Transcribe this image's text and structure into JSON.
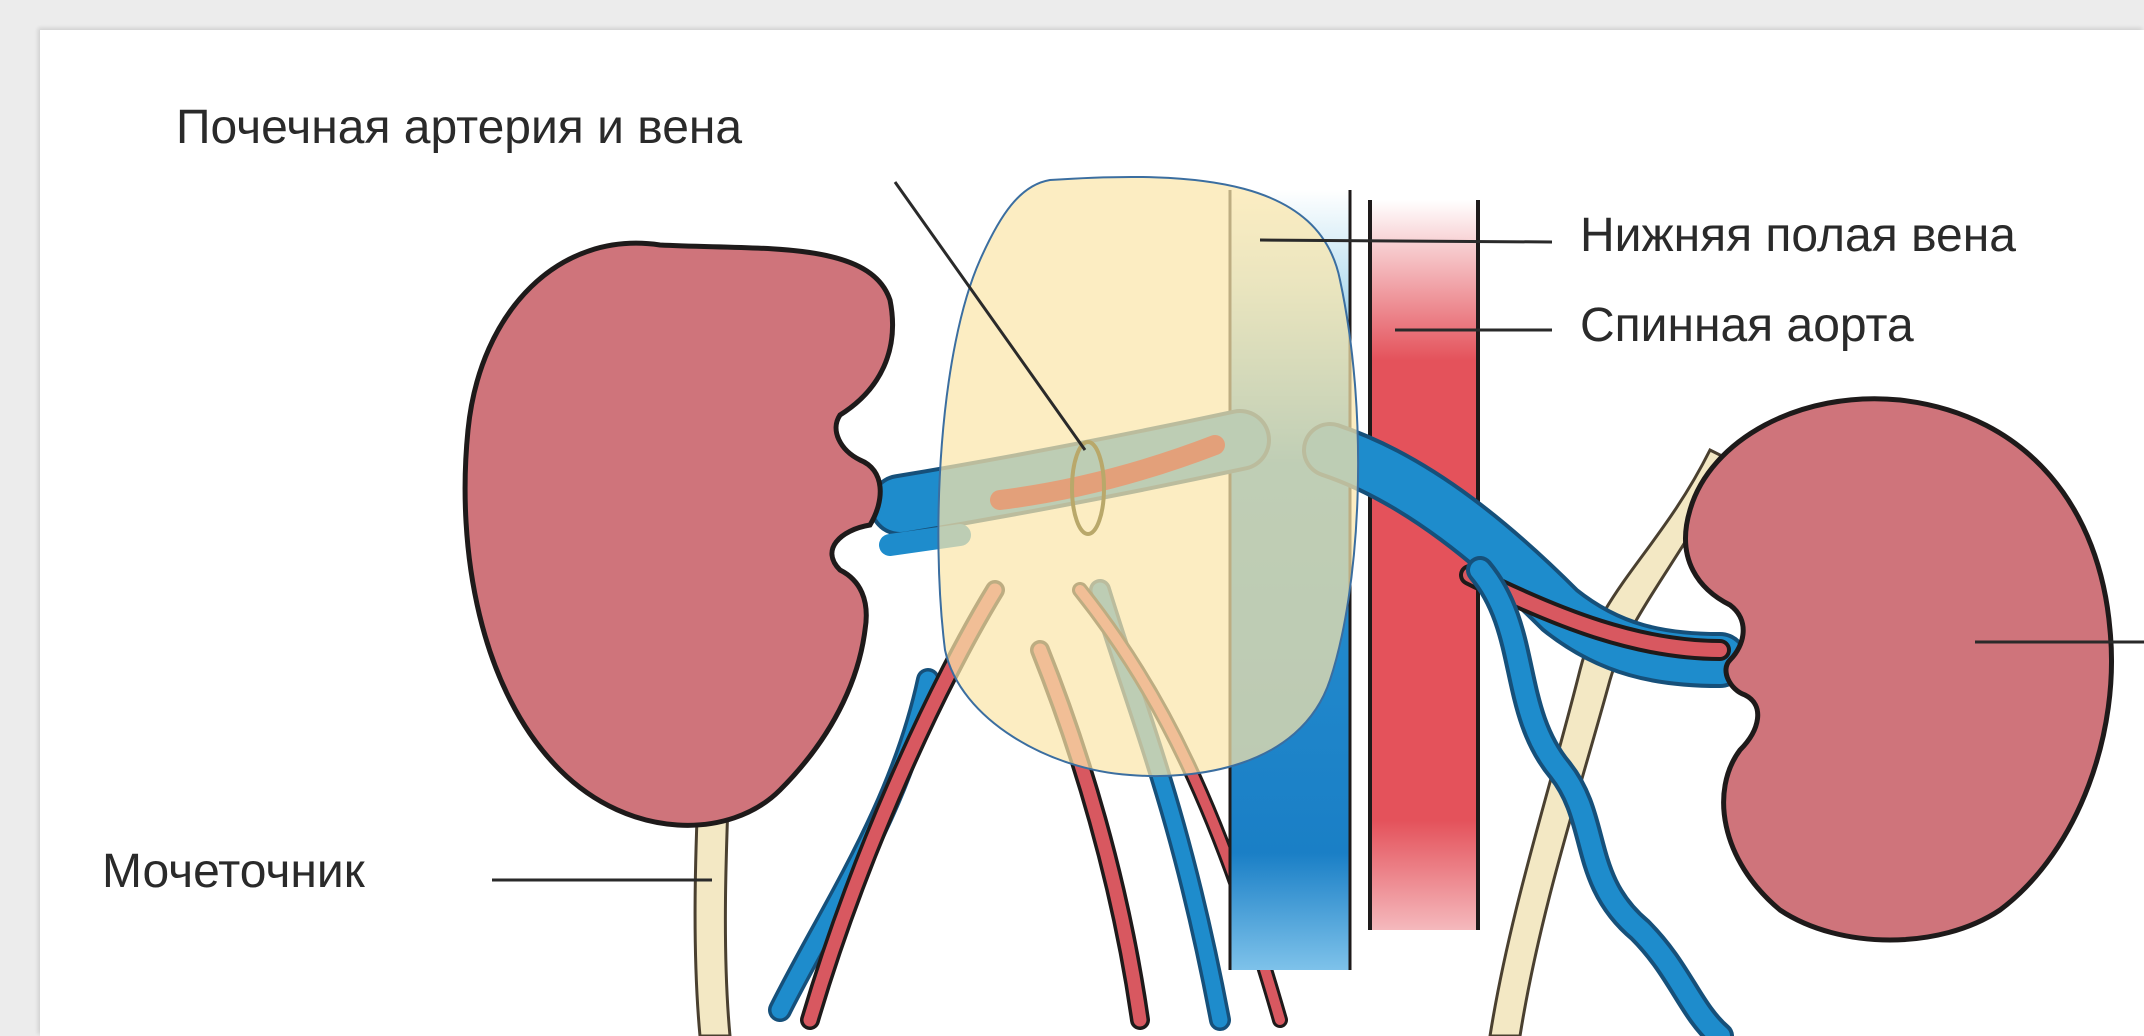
{
  "labels": {
    "renal_vessels": "Почечная артерия и вена",
    "inferior_vena_cava": "Нижняя полая вена",
    "dorsal_aorta": "Спинная аорта",
    "ureter": "Мочеточник"
  },
  "colors": {
    "kidney": "#cf747b",
    "kidney_outline": "#1e1a1a",
    "vein": "#1e8ccc",
    "artery": "#d85860",
    "ureter": "#f3e8c4",
    "highlight": "#fbe6ab"
  }
}
